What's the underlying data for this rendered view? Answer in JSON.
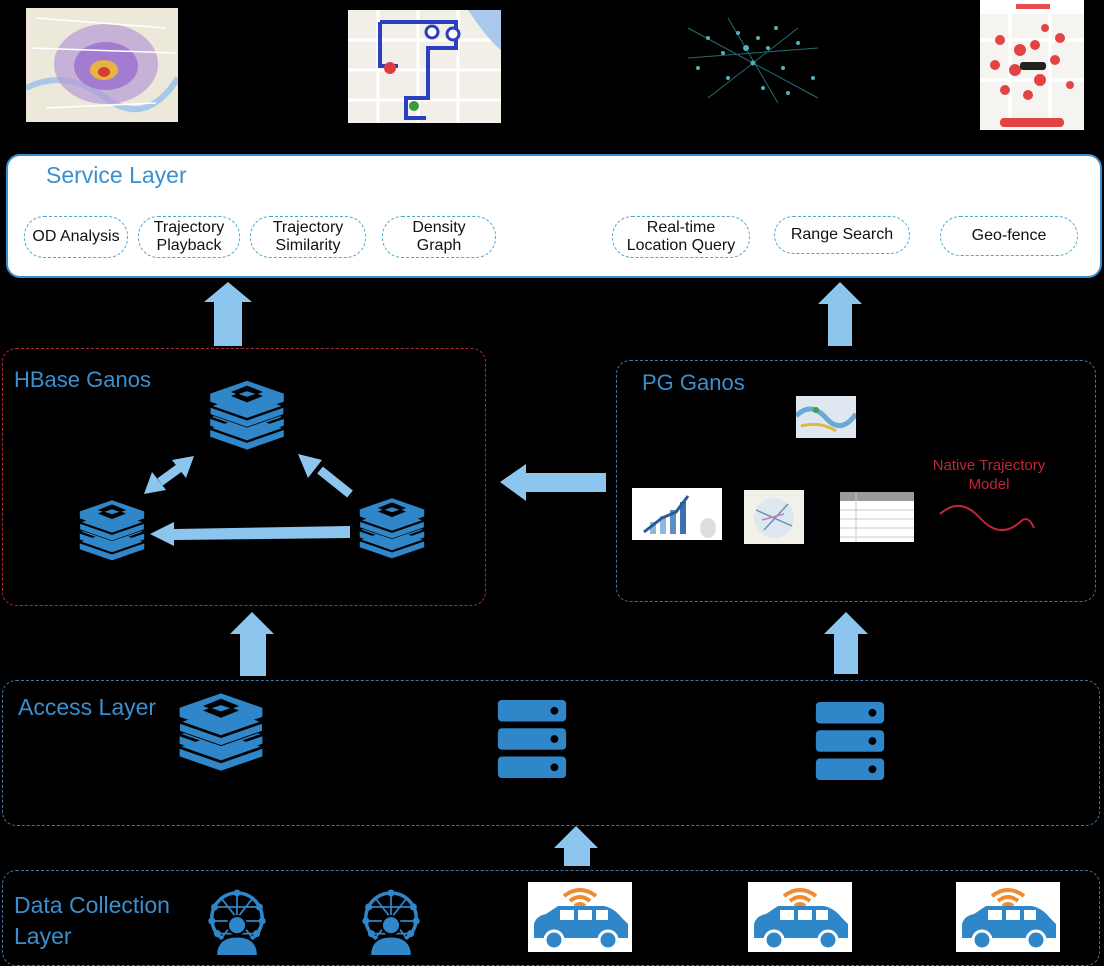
{
  "service_layer": {
    "title": "Service Layer",
    "services": [
      {
        "line1": "OD Analysis",
        "line2": ""
      },
      {
        "line1": "Trajectory",
        "line2": "Playback"
      },
      {
        "line1": "Trajectory",
        "line2": "Similarity"
      },
      {
        "line1": "Density",
        "line2": "Graph"
      },
      {
        "line1": "Real-time",
        "line2": "Location Query"
      },
      {
        "line1": "Range Search",
        "line2": ""
      },
      {
        "line1": "Geo-fence",
        "line2": ""
      }
    ]
  },
  "hbase": {
    "title": "HBase Ganos"
  },
  "pg": {
    "title": "PG Ganos",
    "native_model_line1": "Native Trajectory",
    "native_model_line2": "Model"
  },
  "access": {
    "title": "Access Layer"
  },
  "collection": {
    "title_line1": "Data Collection",
    "title_line2": "Layer"
  },
  "colors": {
    "accent": "#3a8fd0",
    "icon_blue": "#2f86c8",
    "arrow_blue": "#8cc6ee",
    "red": "#c0263a"
  }
}
